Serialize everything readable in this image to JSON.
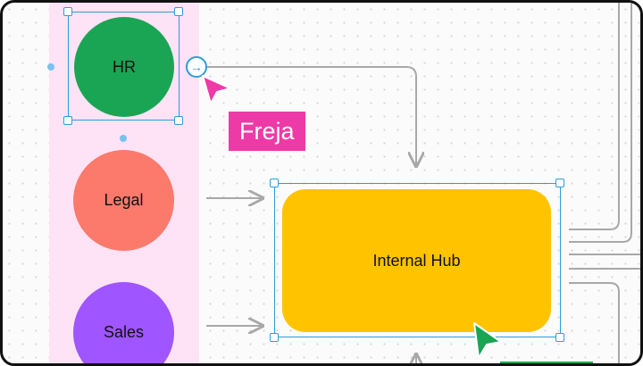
{
  "canvas": {
    "lane_color": "#fde3f5",
    "grid_dot_color": "#d5d5d5",
    "selection_color": "#2d9cdb"
  },
  "nodes": {
    "hr": {
      "label": "HR",
      "shape": "circle",
      "color": "#1aa555",
      "selected": true
    },
    "legal": {
      "label": "Legal",
      "shape": "circle",
      "color": "#fb7a6c"
    },
    "sales": {
      "label": "Sales",
      "shape": "circle",
      "color": "#9f55ff"
    },
    "internal_hub": {
      "label": "Internal Hub",
      "shape": "rounded-rectangle",
      "color": "#ffc300",
      "selected": true
    }
  },
  "connector_button": {
    "icon": "arrow-right-circle-icon"
  },
  "collaborators": [
    {
      "name": "Freja",
      "color": "#ee3aa6",
      "cursor": "pink-cursor-icon"
    },
    {
      "name": "",
      "color": "#1aa555",
      "cursor": "green-cursor-icon"
    }
  ]
}
